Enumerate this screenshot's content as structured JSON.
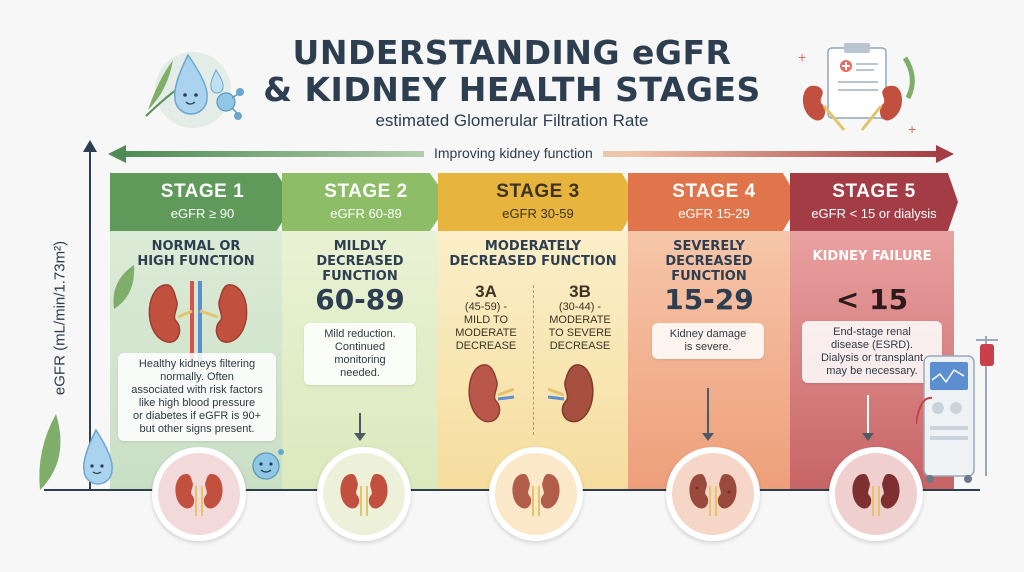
{
  "title_line1": "UNDERSTANDING eGFR",
  "title_line2": "& KIDNEY HEALTH STAGES",
  "subtitle": "estimated Glomerular Filtration Rate",
  "y_axis_label": "eGFR (mL/min/1.73m²)",
  "improving_label": "Improving kidney function",
  "colors": {
    "stage1": "#5f9a5b",
    "stage2": "#8dbd66",
    "stage3": "#e7b53d",
    "stage4": "#e0744b",
    "stage5": "#a33c45"
  },
  "stages": [
    {
      "name": "STAGE 1",
      "range": "eGFR ≥ 90",
      "level": [
        "NORMAL OR",
        "HIGH FUNCTION"
      ],
      "note": [
        "Healthy kidneys filtering",
        "normally. Often",
        "associated with risk factors",
        "like high blood pressure",
        "or diabetes if eGFR is 90+",
        "but other signs present."
      ]
    },
    {
      "name": "STAGE 2",
      "range": "eGFR 60-89",
      "level": [
        "MILDLY",
        "DECREASED",
        "FUNCTION"
      ],
      "big": "60-89",
      "note": [
        "Mild reduction.",
        "Continued",
        "monitoring",
        "needed."
      ]
    },
    {
      "name": "STAGE 3",
      "range": "eGFR 30-59",
      "level": [
        "MODERATELY",
        "DECREASED FUNCTION"
      ],
      "sub": [
        {
          "code": "3A",
          "lines": [
            "(45-59) -",
            "MILD TO",
            "MODERATE",
            "DECREASE"
          ]
        },
        {
          "code": "3B",
          "lines": [
            "(30-44) -",
            "MODERATE",
            "TO SEVERE",
            "DECREASE"
          ]
        }
      ]
    },
    {
      "name": "STAGE 4",
      "range": "eGFR 15-29",
      "level": [
        "SEVERELY",
        "DECREASED",
        "FUNCTION"
      ],
      "big": "15-29",
      "note": [
        "Kidney damage",
        "is severe."
      ]
    },
    {
      "name": "STAGE 5",
      "range": "eGFR < 15 or dialysis",
      "level": [
        "KIDNEY FAILURE"
      ],
      "big": "< 15",
      "note": [
        "End-stage renal",
        "disease (ESRD).",
        "Dialysis or transplant",
        "may be necessary."
      ]
    }
  ]
}
